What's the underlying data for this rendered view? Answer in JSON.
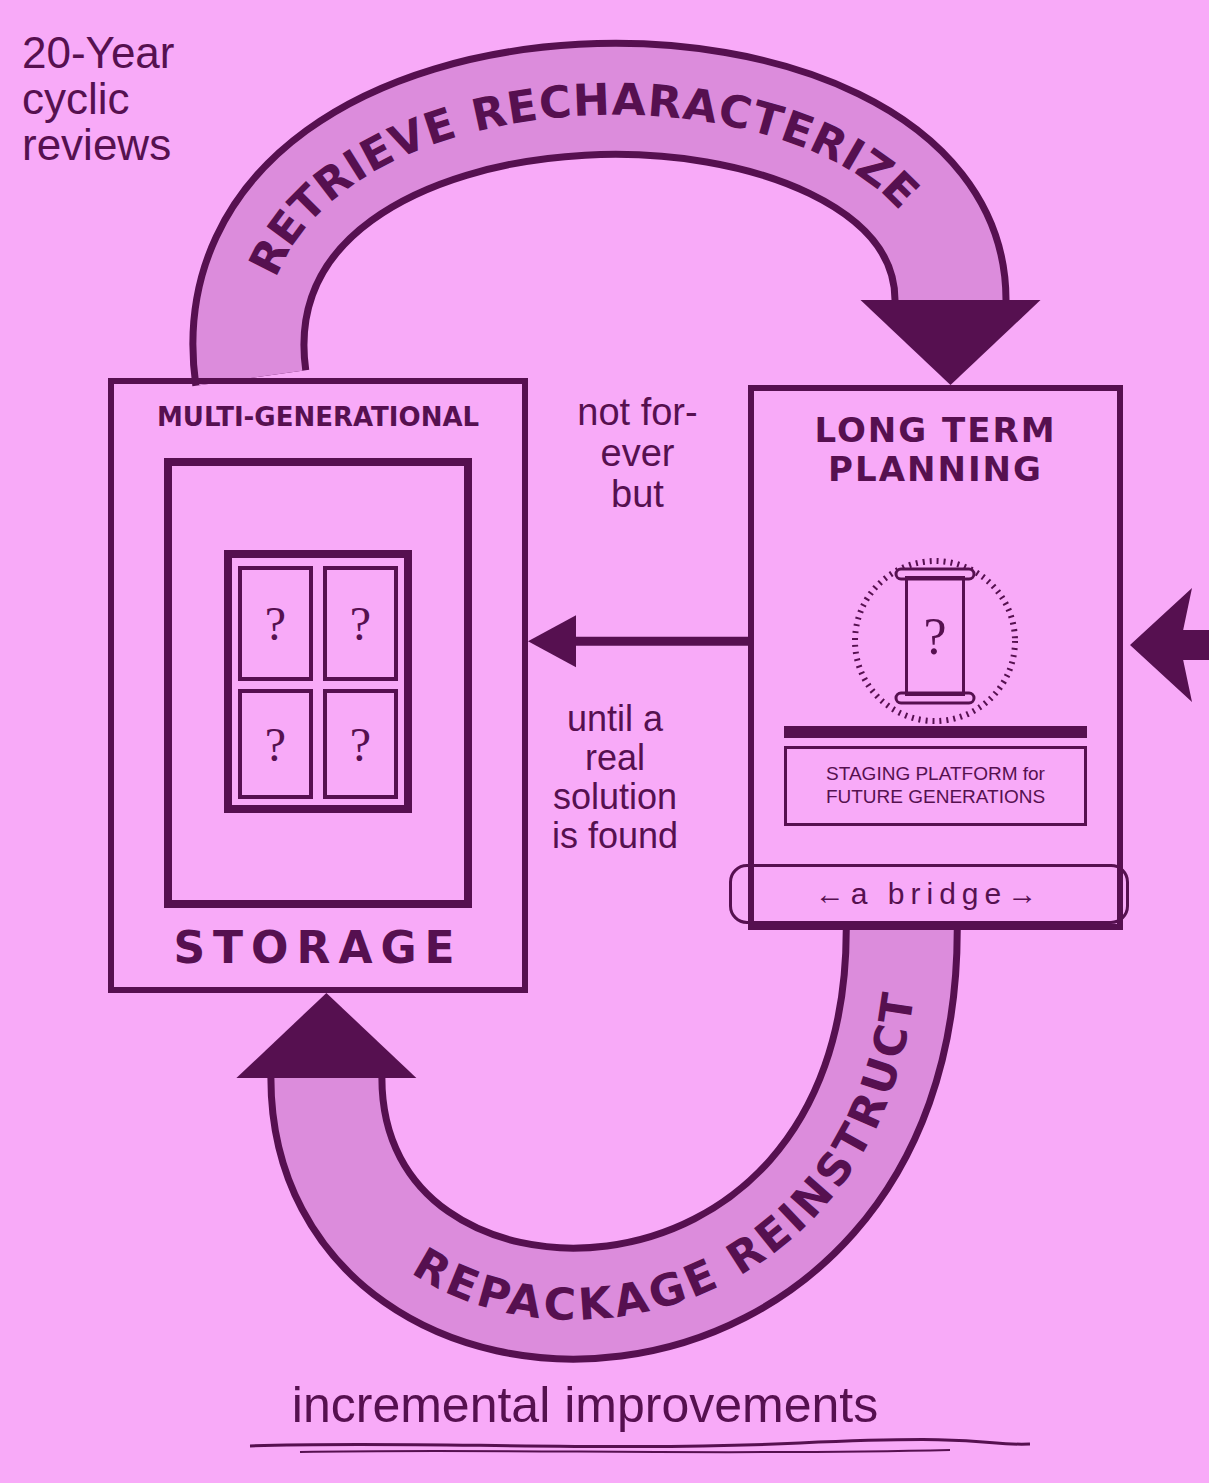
{
  "diagram": {
    "nodes": [
      {
        "text": [
          "MULTI-GENERATIONAL",
          "STORAGE"
        ]
      },
      {
        "text": [
          "?"
        ],
        "in": 0
      },
      {
        "text": [
          "?"
        ],
        "in": 0
      },
      {
        "text": [
          "?"
        ],
        "in": 0
      },
      {
        "text": [
          "?"
        ],
        "in": 0
      },
      {
        "text": [
          "LONG TERM PLANNING"
        ]
      },
      {
        "text": [
          "?"
        ],
        "in": 5
      },
      {
        "text": [
          "STAGING PLATFORM for FUTURE GENERATIONS"
        ],
        "in": 5
      },
      {
        "text": [
          "←a bridge→"
        ],
        "in": 5
      }
    ],
    "edges": [
      {
        "from": 0,
        "to": 5,
        "arrow": "to",
        "label": "RETRIEVE RECHARACTERIZE"
      },
      {
        "from": 5,
        "to": 0,
        "arrow": "to"
      },
      {
        "from": 5,
        "to": 0,
        "arrow": "to",
        "label": "REPACKAGE REINSTRUCT"
      }
    ],
    "labels": [
      "20-Year cyclic reviews",
      "not for-ever but",
      "until a real solution is found",
      "incremental improvements"
    ]
  }
}
